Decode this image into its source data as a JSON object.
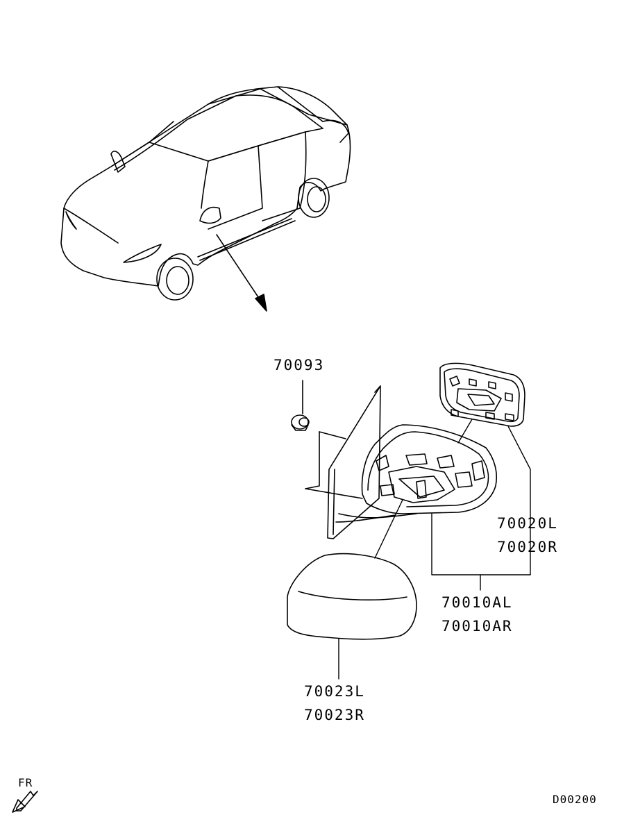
{
  "callouts": {
    "clip": "70093",
    "mirror_glass_left": "70020L",
    "mirror_glass_right": "70020R",
    "mirror_assy_left": "70010AL",
    "mirror_assy_right": "70010AR",
    "mirror_cover_left": "70023L",
    "mirror_cover_right": "70023R"
  },
  "orientation": {
    "label": "FR",
    "icon": "front-direction-arrow-icon"
  },
  "diagram_id": "D00200",
  "colors": {
    "line": "#000000",
    "background": "#ffffff"
  }
}
